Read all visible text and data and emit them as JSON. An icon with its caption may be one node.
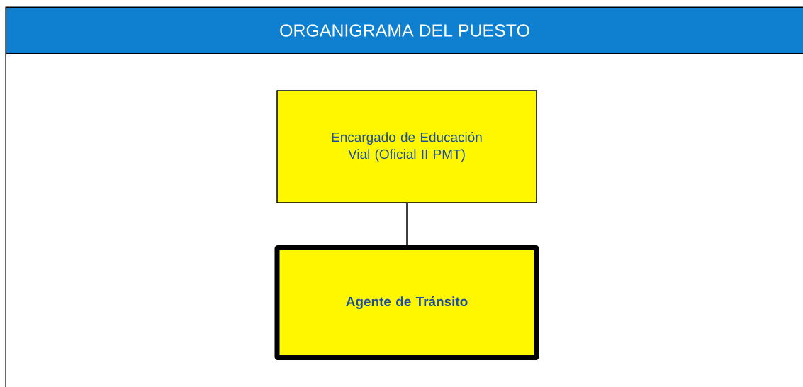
{
  "diagram": {
    "title": "ORGANIGRAMA DEL PUESTO",
    "nodes": [
      {
        "text": [
          "Encargado de Educación Vial (Oficial II PMT)"
        ]
      },
      {
        "text": [
          "Agente de Tránsito"
        ]
      }
    ],
    "edges": [
      {
        "from": 0,
        "to": 1,
        "arrow": "none"
      }
    ]
  }
}
